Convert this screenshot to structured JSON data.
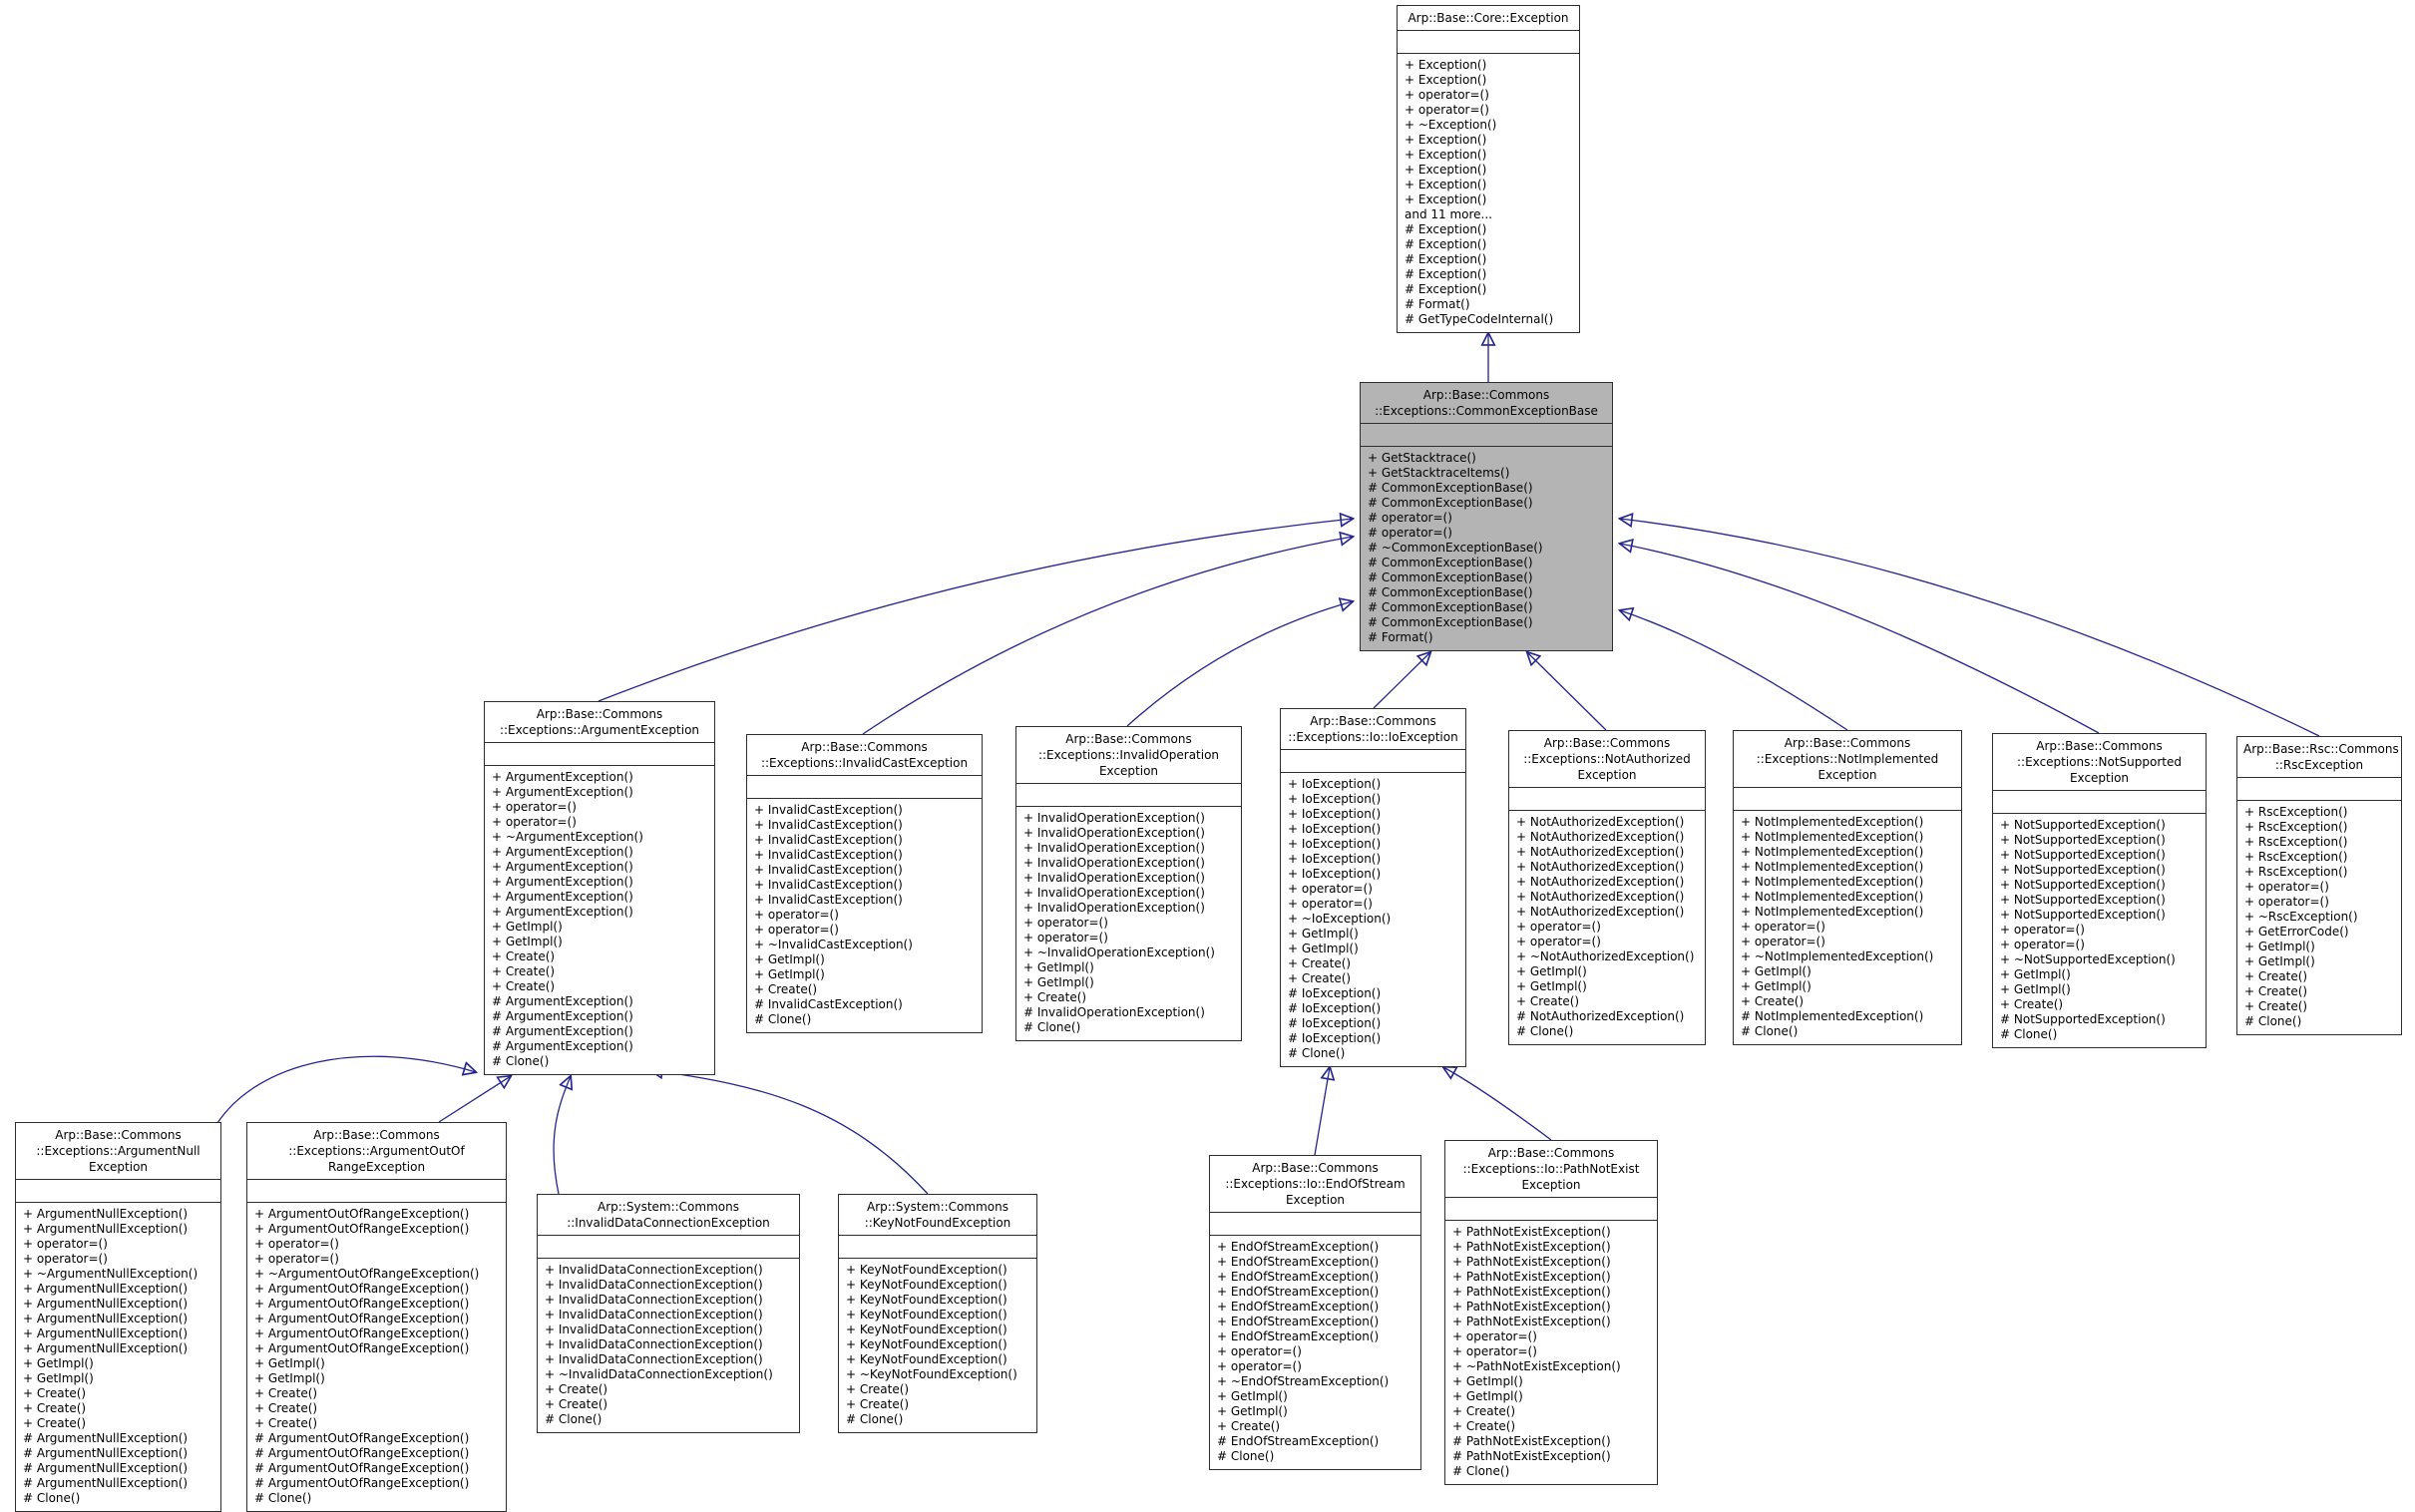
{
  "diagram": {
    "type": "uml-class-inheritance-graph",
    "background_color": "#ffffff",
    "arrow_color": "#24248f",
    "highlight_fill": "#b4b4b4",
    "classes": [
      {
        "id": "exception",
        "title": [
          "Arp::Base::Core::Exception"
        ],
        "highlighted": false,
        "methods": [
          "+ Exception()",
          "+ Exception()",
          "+ operator=()",
          "+ operator=()",
          "+ ~Exception()",
          "+ Exception()",
          "+ Exception()",
          "+ Exception()",
          "+ Exception()",
          "+ Exception()",
          "and 11 more...",
          "# Exception()",
          "# Exception()",
          "# Exception()",
          "# Exception()",
          "# Exception()",
          "# Format()",
          "# GetTypeCodeInternal()"
        ]
      },
      {
        "id": "common-exception-base",
        "title": [
          "Arp::Base::Commons",
          "::Exceptions::CommonExceptionBase"
        ],
        "highlighted": true,
        "methods": [
          "+ GetStacktrace()",
          "+ GetStacktraceItems()",
          "# CommonExceptionBase()",
          "# CommonExceptionBase()",
          "# operator=()",
          "# operator=()",
          "# ~CommonExceptionBase()",
          "# CommonExceptionBase()",
          "# CommonExceptionBase()",
          "# CommonExceptionBase()",
          "# CommonExceptionBase()",
          "# CommonExceptionBase()",
          "# Format()"
        ]
      },
      {
        "id": "argument-exception",
        "title": [
          "Arp::Base::Commons",
          "::Exceptions::ArgumentException"
        ],
        "highlighted": false,
        "methods": [
          "+ ArgumentException()",
          "+ ArgumentException()",
          "+ operator=()",
          "+ operator=()",
          "+ ~ArgumentException()",
          "+ ArgumentException()",
          "+ ArgumentException()",
          "+ ArgumentException()",
          "+ ArgumentException()",
          "+ ArgumentException()",
          "+ GetImpl()",
          "+ GetImpl()",
          "+ Create()",
          "+ Create()",
          "+ Create()",
          "# ArgumentException()",
          "# ArgumentException()",
          "# ArgumentException()",
          "# ArgumentException()",
          "# Clone()"
        ]
      },
      {
        "id": "invalid-cast-exception",
        "title": [
          "Arp::Base::Commons",
          "::Exceptions::InvalidCastException"
        ],
        "highlighted": false,
        "methods": [
          "+ InvalidCastException()",
          "+ InvalidCastException()",
          "+ InvalidCastException()",
          "+ InvalidCastException()",
          "+ InvalidCastException()",
          "+ InvalidCastException()",
          "+ InvalidCastException()",
          "+ operator=()",
          "+ operator=()",
          "+ ~InvalidCastException()",
          "+ GetImpl()",
          "+ GetImpl()",
          "+ Create()",
          "# InvalidCastException()",
          "# Clone()"
        ]
      },
      {
        "id": "invalid-operation-exception",
        "title": [
          "Arp::Base::Commons",
          "::Exceptions::InvalidOperation",
          "Exception"
        ],
        "highlighted": false,
        "methods": [
          "+ InvalidOperationException()",
          "+ InvalidOperationException()",
          "+ InvalidOperationException()",
          "+ InvalidOperationException()",
          "+ InvalidOperationException()",
          "+ InvalidOperationException()",
          "+ InvalidOperationException()",
          "+ operator=()",
          "+ operator=()",
          "+ ~InvalidOperationException()",
          "+ GetImpl()",
          "+ GetImpl()",
          "+ Create()",
          "# InvalidOperationException()",
          "# Clone()"
        ]
      },
      {
        "id": "io-exception",
        "title": [
          "Arp::Base::Commons",
          "::Exceptions::Io::IoException"
        ],
        "highlighted": false,
        "methods": [
          "+ IoException()",
          "+ IoException()",
          "+ IoException()",
          "+ IoException()",
          "+ IoException()",
          "+ IoException()",
          "+ IoException()",
          "+ operator=()",
          "+ operator=()",
          "+ ~IoException()",
          "+ GetImpl()",
          "+ GetImpl()",
          "+ Create()",
          "+ Create()",
          "# IoException()",
          "# IoException()",
          "# IoException()",
          "# IoException()",
          "# Clone()"
        ]
      },
      {
        "id": "not-authorized-exception",
        "title": [
          "Arp::Base::Commons",
          "::Exceptions::NotAuthorized",
          "Exception"
        ],
        "highlighted": false,
        "methods": [
          "+ NotAuthorizedException()",
          "+ NotAuthorizedException()",
          "+ NotAuthorizedException()",
          "+ NotAuthorizedException()",
          "+ NotAuthorizedException()",
          "+ NotAuthorizedException()",
          "+ NotAuthorizedException()",
          "+ operator=()",
          "+ operator=()",
          "+ ~NotAuthorizedException()",
          "+ GetImpl()",
          "+ GetImpl()",
          "+ Create()",
          "# NotAuthorizedException()",
          "# Clone()"
        ]
      },
      {
        "id": "not-implemented-exception",
        "title": [
          "Arp::Base::Commons",
          "::Exceptions::NotImplemented",
          "Exception"
        ],
        "highlighted": false,
        "methods": [
          "+ NotImplementedException()",
          "+ NotImplementedException()",
          "+ NotImplementedException()",
          "+ NotImplementedException()",
          "+ NotImplementedException()",
          "+ NotImplementedException()",
          "+ NotImplementedException()",
          "+ operator=()",
          "+ operator=()",
          "+ ~NotImplementedException()",
          "+ GetImpl()",
          "+ GetImpl()",
          "+ Create()",
          "# NotImplementedException()",
          "# Clone()"
        ]
      },
      {
        "id": "not-supported-exception",
        "title": [
          "Arp::Base::Commons",
          "::Exceptions::NotSupported",
          "Exception"
        ],
        "highlighted": false,
        "methods": [
          "+ NotSupportedException()",
          "+ NotSupportedException()",
          "+ NotSupportedException()",
          "+ NotSupportedException()",
          "+ NotSupportedException()",
          "+ NotSupportedException()",
          "+ NotSupportedException()",
          "+ operator=()",
          "+ operator=()",
          "+ ~NotSupportedException()",
          "+ GetImpl()",
          "+ GetImpl()",
          "+ Create()",
          "# NotSupportedException()",
          "# Clone()"
        ]
      },
      {
        "id": "rsc-exception",
        "title": [
          "Arp::Base::Rsc::Commons",
          "::RscException"
        ],
        "highlighted": false,
        "methods": [
          "+ RscException()",
          "+ RscException()",
          "+ RscException()",
          "+ RscException()",
          "+ RscException()",
          "+ operator=()",
          "+ operator=()",
          "+ ~RscException()",
          "+ GetErrorCode()",
          "+ GetImpl()",
          "+ GetImpl()",
          "+ Create()",
          "+ Create()",
          "+ Create()",
          "# Clone()"
        ]
      },
      {
        "id": "argument-null-exception",
        "title": [
          "Arp::Base::Commons",
          "::Exceptions::ArgumentNull",
          "Exception"
        ],
        "highlighted": false,
        "methods": [
          "+ ArgumentNullException()",
          "+ ArgumentNullException()",
          "+ operator=()",
          "+ operator=()",
          "+ ~ArgumentNullException()",
          "+ ArgumentNullException()",
          "+ ArgumentNullException()",
          "+ ArgumentNullException()",
          "+ ArgumentNullException()",
          "+ ArgumentNullException()",
          "+ GetImpl()",
          "+ GetImpl()",
          "+ Create()",
          "+ Create()",
          "+ Create()",
          "# ArgumentNullException()",
          "# ArgumentNullException()",
          "# ArgumentNullException()",
          "# ArgumentNullException()",
          "# Clone()"
        ]
      },
      {
        "id": "argument-out-of-range-exception",
        "title": [
          "Arp::Base::Commons",
          "::Exceptions::ArgumentOutOf",
          "RangeException"
        ],
        "highlighted": false,
        "methods": [
          "+ ArgumentOutOfRangeException()",
          "+ ArgumentOutOfRangeException()",
          "+ operator=()",
          "+ operator=()",
          "+ ~ArgumentOutOfRangeException()",
          "+ ArgumentOutOfRangeException()",
          "+ ArgumentOutOfRangeException()",
          "+ ArgumentOutOfRangeException()",
          "+ ArgumentOutOfRangeException()",
          "+ ArgumentOutOfRangeException()",
          "+ GetImpl()",
          "+ GetImpl()",
          "+ Create()",
          "+ Create()",
          "+ Create()",
          "# ArgumentOutOfRangeException()",
          "# ArgumentOutOfRangeException()",
          "# ArgumentOutOfRangeException()",
          "# ArgumentOutOfRangeException()",
          "# Clone()"
        ]
      },
      {
        "id": "invalid-data-connection-exception",
        "title": [
          "Arp::System::Commons",
          "::InvalidDataConnectionException"
        ],
        "highlighted": false,
        "methods": [
          "+ InvalidDataConnectionException()",
          "+ InvalidDataConnectionException()",
          "+ InvalidDataConnectionException()",
          "+ InvalidDataConnectionException()",
          "+ InvalidDataConnectionException()",
          "+ InvalidDataConnectionException()",
          "+ InvalidDataConnectionException()",
          "+ ~InvalidDataConnectionException()",
          "+ Create()",
          "+ Create()",
          "# Clone()"
        ]
      },
      {
        "id": "key-not-found-exception",
        "title": [
          "Arp::System::Commons",
          "::KeyNotFoundException"
        ],
        "highlighted": false,
        "methods": [
          "+ KeyNotFoundException()",
          "+ KeyNotFoundException()",
          "+ KeyNotFoundException()",
          "+ KeyNotFoundException()",
          "+ KeyNotFoundException()",
          "+ KeyNotFoundException()",
          "+ KeyNotFoundException()",
          "+ ~KeyNotFoundException()",
          "+ Create()",
          "+ Create()",
          "# Clone()"
        ]
      },
      {
        "id": "end-of-stream-exception",
        "title": [
          "Arp::Base::Commons",
          "::Exceptions::Io::EndOfStream",
          "Exception"
        ],
        "highlighted": false,
        "methods": [
          "+ EndOfStreamException()",
          "+ EndOfStreamException()",
          "+ EndOfStreamException()",
          "+ EndOfStreamException()",
          "+ EndOfStreamException()",
          "+ EndOfStreamException()",
          "+ EndOfStreamException()",
          "+ operator=()",
          "+ operator=()",
          "+ ~EndOfStreamException()",
          "+ GetImpl()",
          "+ GetImpl()",
          "+ Create()",
          "# EndOfStreamException()",
          "# Clone()"
        ]
      },
      {
        "id": "path-not-exist-exception",
        "title": [
          "Arp::Base::Commons",
          "::Exceptions::Io::PathNotExist",
          "Exception"
        ],
        "highlighted": false,
        "methods": [
          "+ PathNotExistException()",
          "+ PathNotExistException()",
          "+ PathNotExistException()",
          "+ PathNotExistException()",
          "+ PathNotExistException()",
          "+ PathNotExistException()",
          "+ PathNotExistException()",
          "+ operator=()",
          "+ operator=()",
          "+ ~PathNotExistException()",
          "+ GetImpl()",
          "+ GetImpl()",
          "+ Create()",
          "+ Create()",
          "# PathNotExistException()",
          "# PathNotExistException()",
          "# Clone()"
        ]
      }
    ]
  }
}
